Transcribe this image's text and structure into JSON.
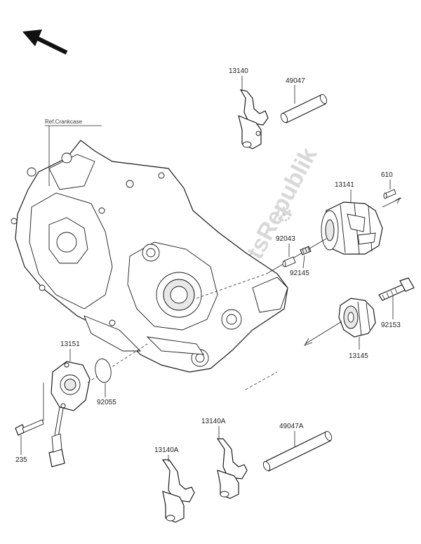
{
  "watermark": "PartsRepublik",
  "reference_label": "Ref.Crankcase",
  "callouts": {
    "p13140": "13140",
    "p49047": "49047",
    "p13141": "13141",
    "p610": "610",
    "p92043": "92043",
    "p92145": "92145",
    "p92153": "92153",
    "p13145": "13145",
    "p13151": "13151",
    "p92055": "92055",
    "p235": "235",
    "p13140A_right": "13140A",
    "p13140A_left": "13140A",
    "p49047A": "49047A"
  },
  "icons": [
    "direction-arrow-icon",
    "gear-watermark-icon"
  ]
}
